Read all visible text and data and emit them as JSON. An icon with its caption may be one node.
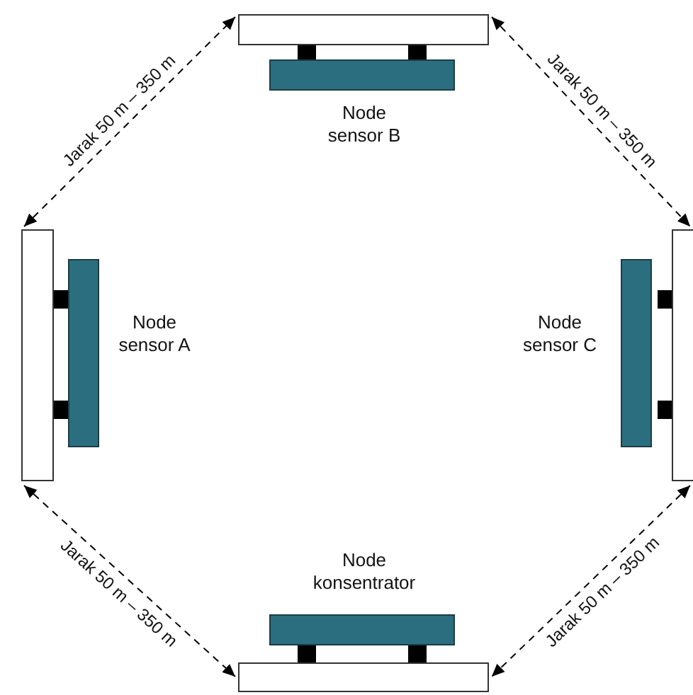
{
  "diagram": {
    "nodes": [
      {
        "text": [
          "Node sensor B"
        ]
      },
      {
        "text": [
          "Node sensor A"
        ]
      },
      {
        "text": [
          "Node sensor C"
        ]
      },
      {
        "text": [
          "Node konsentrator"
        ]
      }
    ],
    "edges": [
      {
        "from": 1,
        "to": 0,
        "arrow": "both",
        "style": "dashed",
        "label": "Jarak 50 m – 350 m"
      },
      {
        "from": 0,
        "to": 2,
        "arrow": "both",
        "style": "dashed",
        "label": "Jarak 50 m – 350 m"
      },
      {
        "from": 1,
        "to": 3,
        "arrow": "both",
        "style": "dashed",
        "label": "Jarak 50 m – 350 m"
      },
      {
        "from": 2,
        "to": 3,
        "arrow": "both",
        "style": "dashed",
        "label": "Jarak 50 m – 350 m"
      }
    ]
  }
}
